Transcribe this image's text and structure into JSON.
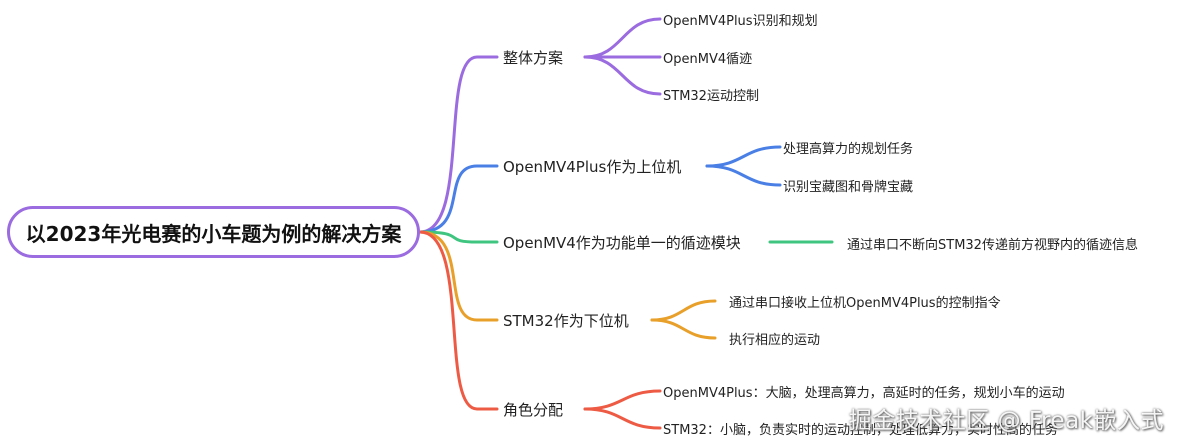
{
  "root": {
    "label": "以2023年光电赛的小车题为例的解决方案"
  },
  "branches": [
    {
      "label": "整体方案",
      "color": "#9b6be0",
      "children": [
        "OpenMV4Plus识别和规划",
        "OpenMV4循迹",
        "STM32运动控制"
      ]
    },
    {
      "label": "OpenMV4Plus作为上位机",
      "color": "#4a7fe6",
      "children": [
        "处理高算力的规划任务",
        "识别宝藏图和骨牌宝藏"
      ]
    },
    {
      "label": "OpenMV4作为功能单一的循迹模块",
      "color": "#3fc57f",
      "children": [
        "通过串口不断向STM32传递前方视野内的循迹信息"
      ]
    },
    {
      "label": "STM32作为下位机",
      "color": "#e8a02a",
      "children": [
        "通过串口接收上位机OpenMV4Plus的控制指令",
        "执行相应的运动"
      ]
    },
    {
      "label": "角色分配",
      "color": "#ee5b45",
      "children": [
        "OpenMV4Plus：大脑，处理高算力，高延时的任务，规划小车的运动",
        "STM32：小脑，负责实时的运动控制，处理低算力，实时性高的任务"
      ]
    }
  ],
  "watermark": "掘金技术社区 @ Freak嵌入式"
}
